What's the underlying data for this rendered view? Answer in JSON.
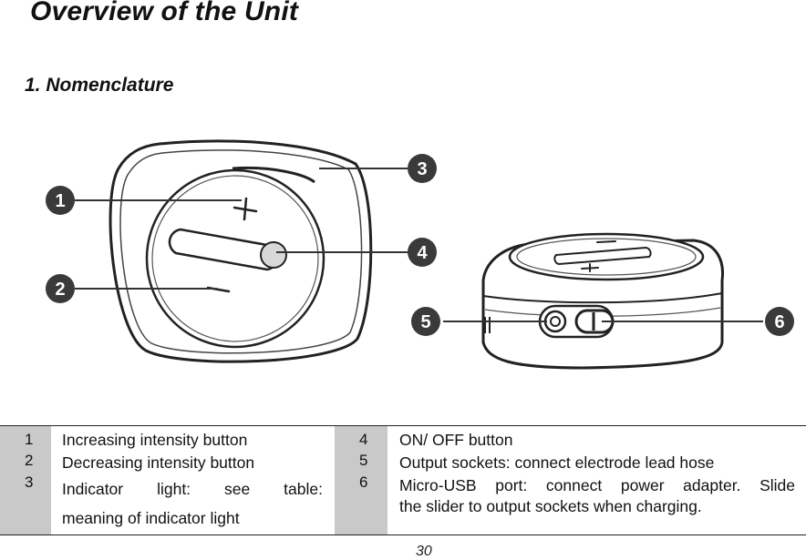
{
  "page": {
    "title": "Overview of the Unit",
    "subtitle": "1. Nomenclature",
    "page_number": "30"
  },
  "callouts": [
    "1",
    "2",
    "3",
    "4",
    "5",
    "6"
  ],
  "legend": {
    "left": [
      {
        "num": "1",
        "text": "Increasing intensity button"
      },
      {
        "num": "2",
        "text": "Decreasing intensity button"
      },
      {
        "num": "3",
        "text_line1": "Indicator light: see table:",
        "text_line2": "meaning of indicator light"
      }
    ],
    "right": [
      {
        "num": "4",
        "text": "ON/ OFF button"
      },
      {
        "num": "5",
        "text": "Output sockets: connect electrode lead hose"
      },
      {
        "num": "6",
        "text_line1": "Micro-USB port: connect power adapter. Slide",
        "text_line2": "the slider to output sockets when charging."
      }
    ]
  }
}
